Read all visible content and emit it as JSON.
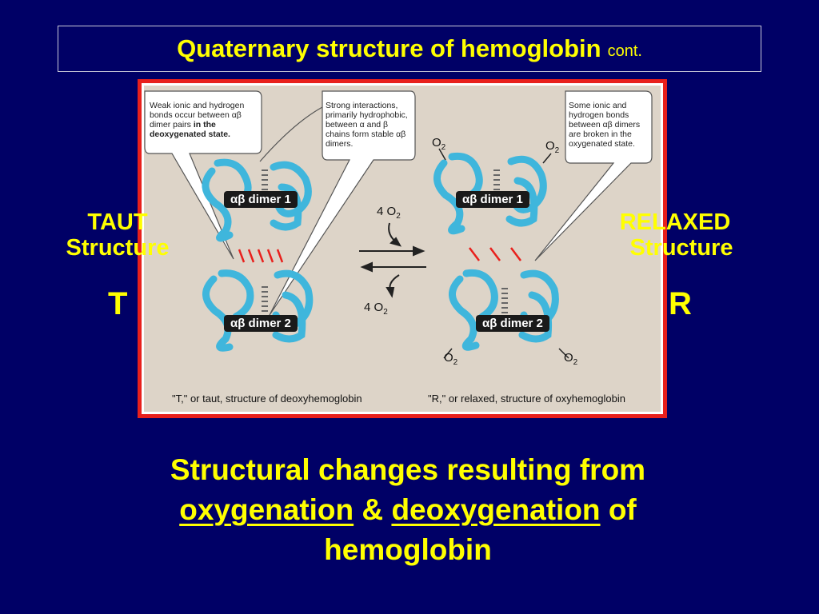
{
  "title": {
    "main": "Quaternary structure of hemoglobin",
    "suffix": "cont."
  },
  "left_label": {
    "line1": "TAUT",
    "line2": "Structure",
    "letter": "T"
  },
  "right_label": {
    "line1": "RELAXED",
    "line2": "Structure",
    "letter": "R"
  },
  "figure": {
    "callout_weak": {
      "text": "Weak ionic and hydrogen bonds occur between αβ dimer pairs",
      "bold": "in the deoxygenated state."
    },
    "callout_strong": {
      "text": "Strong interactions, primarily hydrophobic, between α and β chains form stable αβ dimers."
    },
    "callout_some": {
      "text": "Some ionic and hydrogen bonds between αβ dimers are broken in the oxygenated state."
    },
    "dimer1_label": "αβ dimer 1",
    "dimer2_label": "αβ dimer 2",
    "o2_label": "O",
    "o2_sub": "2",
    "four_o2_label": "4 O",
    "caption_t": "\"T,\" or taut, structure of deoxyhemoglobin",
    "caption_r": "\"R,\" or relaxed, structure of oxyhemoglobin"
  },
  "bottom": {
    "line1": "Structural changes resulting from",
    "oxygenation": "oxygenation",
    "amp": "&",
    "deoxygenation": "deoxygenation",
    "of": "of",
    "line3": "hemoglobin"
  },
  "colors": {
    "background": "#000066",
    "text": "#ffff00",
    "frame": "#e8201c",
    "protein": "#3fb6dc"
  }
}
